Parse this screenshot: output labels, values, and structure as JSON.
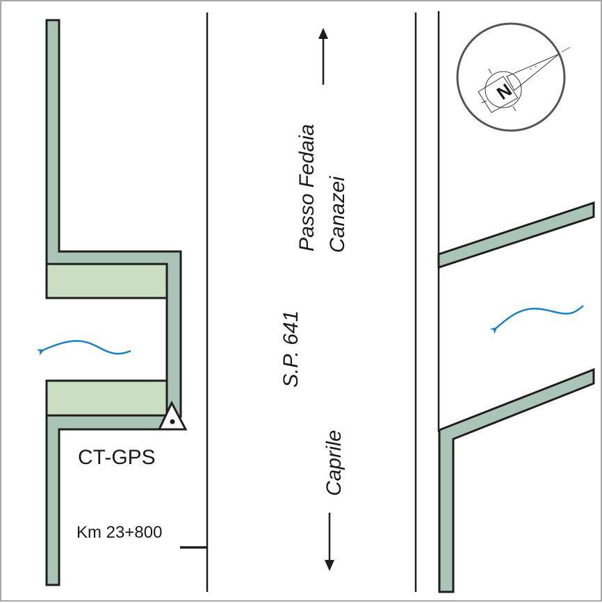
{
  "map": {
    "title": "Site sketch CT-GPS",
    "colors": {
      "wall": "#abc4b8",
      "slab": "#c9dec3",
      "stroke": "#1e1e1e",
      "water": "#1a7fc4",
      "background": "#ffffff"
    },
    "road": {
      "name": "S.P. 641",
      "direction_north_line1": "Passo Fedaia",
      "direction_north_line2": "Canazei",
      "direction_south": "Caprile",
      "kilometer_marker": "Km 23+800"
    },
    "station": {
      "label": "CT-GPS",
      "symbol": "triangle-with-dot"
    },
    "compass": {
      "letter": "N",
      "icon": "north-arrow-icon"
    },
    "water_flows": [
      {
        "side": "left",
        "direction": "west"
      },
      {
        "side": "right",
        "direction": "west"
      }
    ]
  }
}
